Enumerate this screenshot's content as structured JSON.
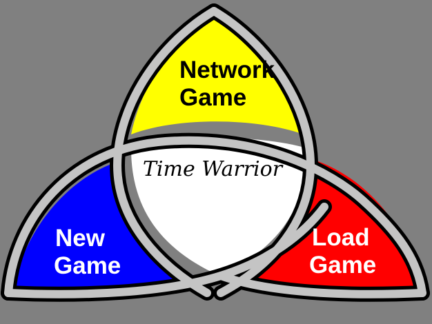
{
  "game_title": "Time Warrior",
  "menu": {
    "network_game": {
      "line1": "Network",
      "line2": "Game"
    },
    "new_game": {
      "line1": "New",
      "line2": "Game"
    },
    "load_game": {
      "line1": "Load",
      "line2": "Game"
    }
  },
  "colors": {
    "background": "#808080",
    "network_game_fill": "#ffff00",
    "new_game_fill": "#0000ff",
    "load_game_fill": "#ff0000",
    "center_fill": "#ffffff",
    "ring_band": "#c4c4c4",
    "ring_outline": "#000000",
    "network_label": "#000000",
    "side_labels": "#ffffff",
    "title_text": "#000000"
  }
}
